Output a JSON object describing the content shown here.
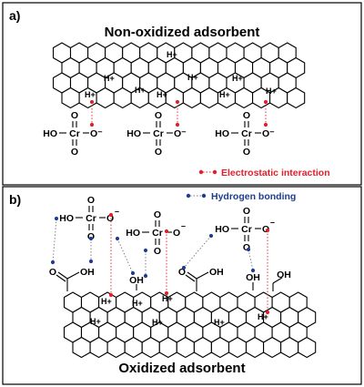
{
  "panel_a": {
    "label": "a)",
    "title": "Non-oxidized adsorbent",
    "hplus": "H+",
    "chromate": {
      "ho": "HO",
      "cr": "Cr",
      "o": "O",
      "o_minus": "O⁻"
    },
    "legend": {
      "text": "Electrostatic interaction",
      "color": "#e0202a"
    }
  },
  "panel_b": {
    "label": "b)",
    "title": "Oxidized adsorbent",
    "hplus": "H+",
    "oh": "OH",
    "carboxyl": {
      "o": "O",
      "oh": "OH"
    },
    "chromate": {
      "ho": "HO",
      "cr": "Cr",
      "o": "O",
      "o_minus": "O⁻",
      "minus": "–"
    },
    "legend": {
      "text": "Hydrogen bonding",
      "color": "#1f3d8f"
    }
  },
  "colors": {
    "frame": "#000000",
    "electrostatic": "#e0202a",
    "hydrogen": "#1f3d8f",
    "dotted": "#777777"
  }
}
